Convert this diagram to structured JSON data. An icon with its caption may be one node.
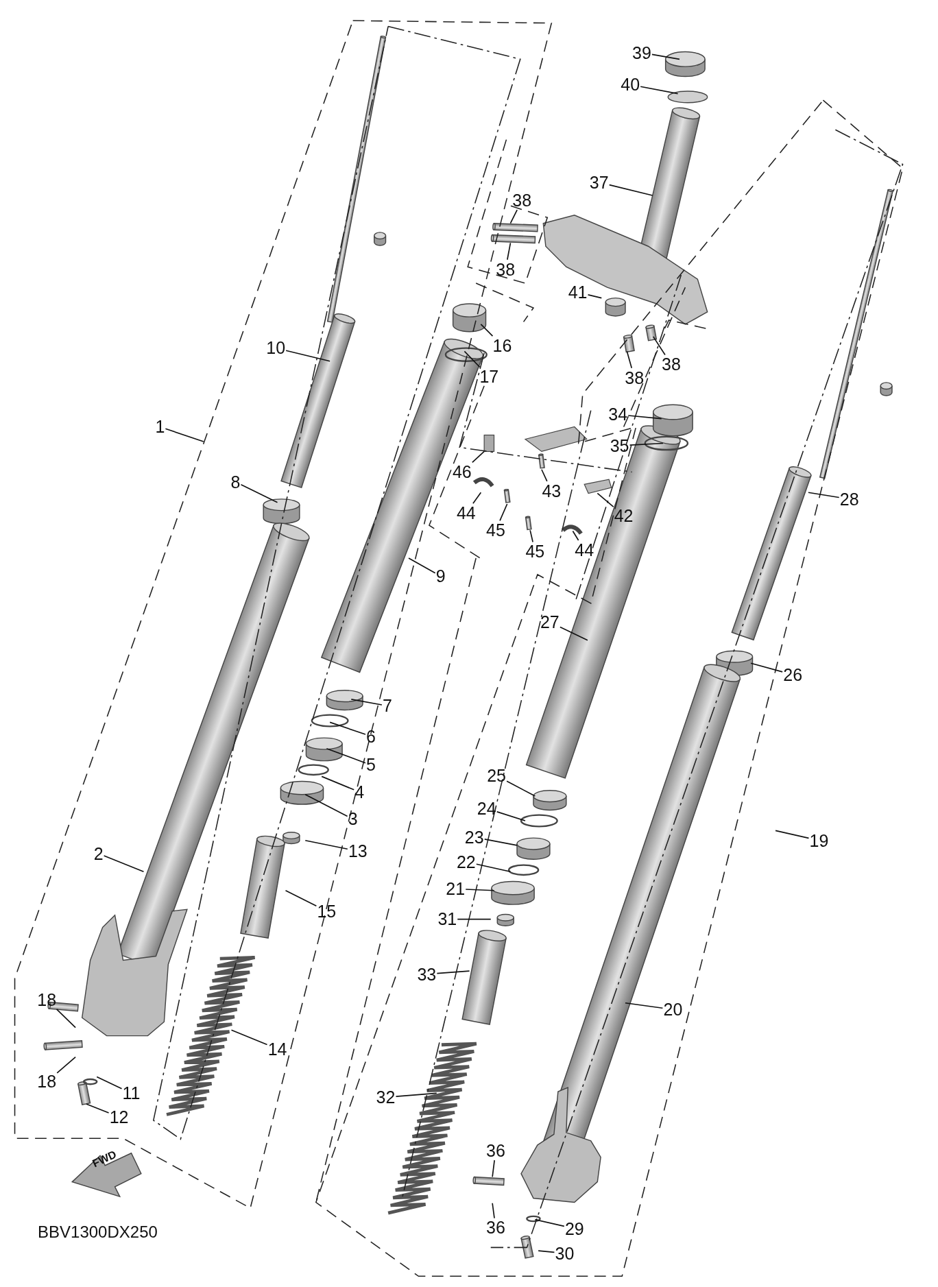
{
  "diagram": {
    "nodes": [
      {
        "text": [
          "1"
        ]
      },
      {
        "text": [
          "2"
        ]
      },
      {
        "text": [
          "3"
        ]
      },
      {
        "text": [
          "4"
        ]
      },
      {
        "text": [
          "5"
        ]
      },
      {
        "text": [
          "6"
        ]
      },
      {
        "text": [
          "7"
        ]
      },
      {
        "text": [
          "8"
        ]
      },
      {
        "text": [
          "9"
        ]
      },
      {
        "text": [
          "10"
        ]
      },
      {
        "text": [
          "11"
        ]
      },
      {
        "text": [
          "12"
        ]
      },
      {
        "text": [
          "13"
        ]
      },
      {
        "text": [
          "14"
        ]
      },
      {
        "text": [
          "15"
        ]
      },
      {
        "text": [
          "16"
        ]
      },
      {
        "text": [
          "17"
        ]
      },
      {
        "text": [
          "18"
        ]
      },
      {
        "text": [
          "18"
        ]
      },
      {
        "text": [
          "19"
        ]
      },
      {
        "text": [
          "20"
        ]
      },
      {
        "text": [
          "21"
        ]
      },
      {
        "text": [
          "22"
        ]
      },
      {
        "text": [
          "23"
        ]
      },
      {
        "text": [
          "24"
        ]
      },
      {
        "text": [
          "25"
        ]
      },
      {
        "text": [
          "26"
        ]
      },
      {
        "text": [
          "27"
        ]
      },
      {
        "text": [
          "28"
        ]
      },
      {
        "text": [
          "29"
        ]
      },
      {
        "text": [
          "30"
        ]
      },
      {
        "text": [
          "31"
        ]
      },
      {
        "text": [
          "32"
        ]
      },
      {
        "text": [
          "33"
        ]
      },
      {
        "text": [
          "34"
        ]
      },
      {
        "text": [
          "35"
        ]
      },
      {
        "text": [
          "36"
        ]
      },
      {
        "text": [
          "36"
        ]
      },
      {
        "text": [
          "37"
        ]
      },
      {
        "text": [
          "38"
        ]
      },
      {
        "text": [
          "38"
        ]
      },
      {
        "text": [
          "38"
        ]
      },
      {
        "text": [
          "38"
        ]
      },
      {
        "text": [
          "39"
        ]
      },
      {
        "text": [
          "40"
        ]
      },
      {
        "text": [
          "41"
        ]
      },
      {
        "text": [
          "42"
        ]
      },
      {
        "text": [
          "43"
        ]
      },
      {
        "text": [
          "44"
        ]
      },
      {
        "text": [
          "44"
        ]
      },
      {
        "text": [
          "45"
        ]
      },
      {
        "text": [
          "45"
        ]
      },
      {
        "text": [
          "46"
        ]
      }
    ],
    "edges": [
      {
        "from": 0,
        "to": null,
        "arrow": "none"
      },
      {
        "from": 1,
        "to": null,
        "arrow": "none"
      },
      {
        "from": 2,
        "to": null,
        "arrow": "none"
      },
      {
        "from": 3,
        "to": null,
        "arrow": "none"
      },
      {
        "from": 4,
        "to": null,
        "arrow": "none"
      },
      {
        "from": 5,
        "to": null,
        "arrow": "none"
      },
      {
        "from": 6,
        "to": null,
        "arrow": "none"
      },
      {
        "from": 7,
        "to": null,
        "arrow": "none"
      },
      {
        "from": 8,
        "to": null,
        "arrow": "none"
      },
      {
        "from": 9,
        "to": null,
        "arrow": "none"
      },
      {
        "from": 10,
        "to": null,
        "arrow": "none"
      },
      {
        "from": 11,
        "to": null,
        "arrow": "none"
      },
      {
        "from": 12,
        "to": null,
        "arrow": "none"
      },
      {
        "from": 13,
        "to": null,
        "arrow": "none"
      },
      {
        "from": 14,
        "to": null,
        "arrow": "none"
      },
      {
        "from": 15,
        "to": null,
        "arrow": "none"
      },
      {
        "from": 16,
        "to": null,
        "arrow": "none"
      },
      {
        "from": 17,
        "to": null,
        "arrow": "none"
      },
      {
        "from": 18,
        "to": null,
        "arrow": "none"
      },
      {
        "from": 19,
        "to": null,
        "arrow": "none"
      },
      {
        "from": 20,
        "to": null,
        "arrow": "none"
      },
      {
        "from": 21,
        "to": null,
        "arrow": "none"
      },
      {
        "from": 22,
        "to": null,
        "arrow": "none"
      },
      {
        "from": 23,
        "to": null,
        "arrow": "none"
      },
      {
        "from": 24,
        "to": null,
        "arrow": "none"
      },
      {
        "from": 25,
        "to": null,
        "arrow": "none"
      },
      {
        "from": 26,
        "to": null,
        "arrow": "none"
      },
      {
        "from": 27,
        "to": null,
        "arrow": "none"
      },
      {
        "from": 28,
        "to": null,
        "arrow": "none"
      },
      {
        "from": 29,
        "to": null,
        "arrow": "none"
      },
      {
        "from": 30,
        "to": null,
        "arrow": "none"
      },
      {
        "from": 31,
        "to": null,
        "arrow": "none"
      },
      {
        "from": 32,
        "to": null,
        "arrow": "none"
      },
      {
        "from": 33,
        "to": null,
        "arrow": "none"
      },
      {
        "from": 34,
        "to": null,
        "arrow": "none"
      },
      {
        "from": 35,
        "to": null,
        "arrow": "none"
      },
      {
        "from": 36,
        "to": null,
        "arrow": "none"
      },
      {
        "from": 37,
        "to": null,
        "arrow": "none"
      },
      {
        "from": 38,
        "to": null,
        "arrow": "none"
      },
      {
        "from": 39,
        "to": null,
        "arrow": "none"
      },
      {
        "from": 40,
        "to": null,
        "arrow": "none"
      },
      {
        "from": 41,
        "to": null,
        "arrow": "none"
      },
      {
        "from": 42,
        "to": null,
        "arrow": "none"
      },
      {
        "from": 43,
        "to": null,
        "arrow": "none"
      },
      {
        "from": 44,
        "to": null,
        "arrow": "none"
      },
      {
        "from": 45,
        "to": null,
        "arrow": "none"
      },
      {
        "from": 46,
        "to": null,
        "arrow": "none"
      },
      {
        "from": 47,
        "to": null,
        "arrow": "none"
      },
      {
        "from": 48,
        "to": null,
        "arrow": "none"
      },
      {
        "from": 49,
        "to": null,
        "arrow": "none"
      },
      {
        "from": 50,
        "to": null,
        "arrow": "none"
      },
      {
        "from": 51,
        "to": null,
        "arrow": "none"
      },
      {
        "from": 52,
        "to": null,
        "arrow": "none"
      }
    ],
    "labels": [
      "FWD",
      "BBV1300DX250"
    ]
  }
}
